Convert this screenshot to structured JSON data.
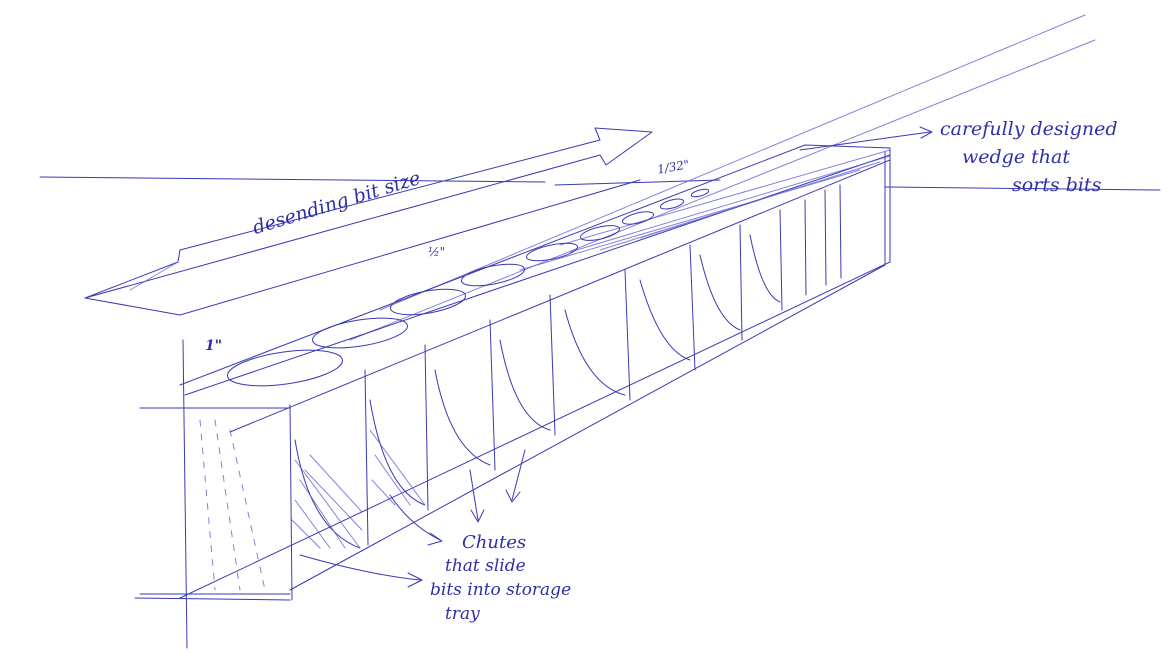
{
  "colors": {
    "ink": "#3a3ab5",
    "paper": "#ffffff"
  },
  "labels": {
    "arrow": "desending bit size",
    "size_large": "1\"",
    "size_mid": "½\"",
    "size_small": "1/32\"",
    "wedge_line1": "carefully designed",
    "wedge_line2": "wedge that",
    "wedge_line3": "sorts bits",
    "chutes_line1": "Chutes",
    "chutes_line2": "that slide",
    "chutes_line3": "bits into storage",
    "chutes_line4": "tray"
  }
}
